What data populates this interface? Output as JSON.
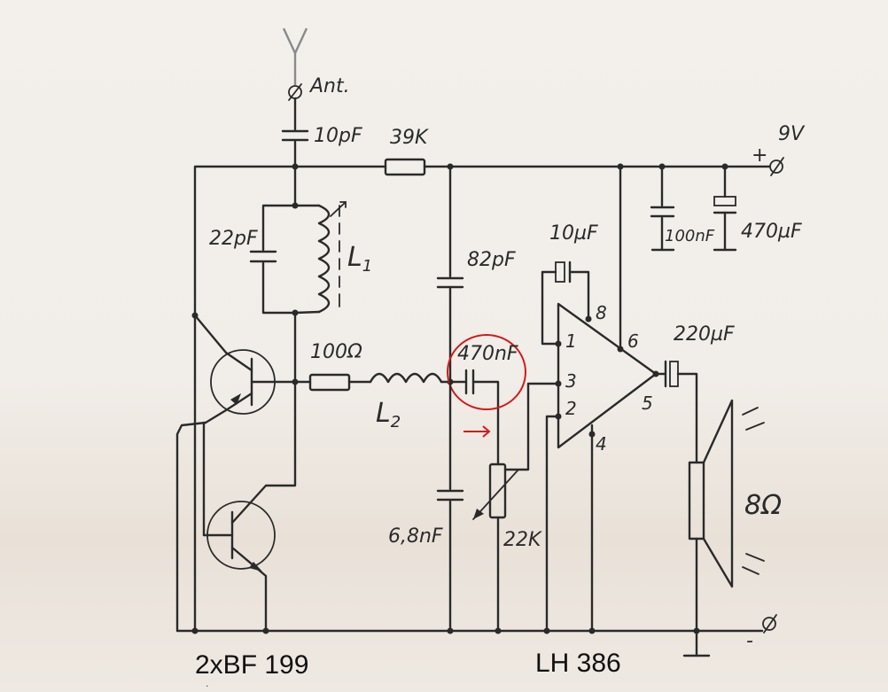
{
  "labels": {
    "antenna": "Ant.",
    "c_ant": "10pF",
    "r_feed": "39K",
    "supply_plus": "+",
    "supply_voltage": "9V",
    "c_tank": "22pF",
    "coil_l1": "L",
    "coil_l1_sub": "1",
    "c_82": "82pF",
    "c_10u": "10µF",
    "c_100n": "100nF",
    "c_470u": "470µF",
    "r_100": "100Ω",
    "coil_l2": "L",
    "coil_l2_sub": "2",
    "c_470n": "470nF",
    "c_220u": "220µF",
    "c_6n8": "6,8nF",
    "pot_22k": "22K",
    "speaker": "8Ω",
    "supply_minus": "-",
    "pin_1": "1",
    "pin_2": "2",
    "pin_3": "3",
    "pin_4": "4",
    "pin_5": "5",
    "pin_6": "6",
    "pin_8": "8"
  },
  "captions": {
    "transistors": "2xBF 199",
    "ic": "LH 386"
  },
  "stray_marks": {
    "tick_bottom": "."
  },
  "colors": {
    "ink": "#2a2a2a",
    "highlight": "#d11a1a",
    "antenna": "#8a8a8a"
  }
}
